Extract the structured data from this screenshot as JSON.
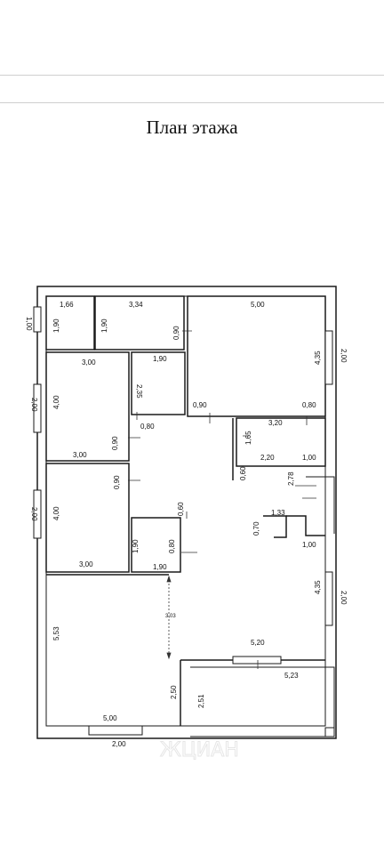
{
  "plan": {
    "title": "План этажа",
    "watermark": "ЖЦИАН",
    "dimensions": [
      "1,66",
      "3,34",
      "5,00",
      "1,90",
      "1,90",
      "0,90",
      "1,00",
      "3,00",
      "1,90",
      "4,35",
      "2,00",
      "2,35",
      "4,00",
      "0,90",
      "0,80",
      "2,00",
      "0,80",
      "3,20",
      "1,65",
      "0,90",
      "3,00",
      "2,20",
      "1,00",
      "0,60",
      "2,78",
      "0,90",
      "0,60",
      "4,00",
      "1,33",
      "0,70",
      "2,00",
      "1,90",
      "0,80",
      "1,00",
      "3,00",
      "1,90",
      "4,35",
      "2,00",
      "3,03",
      "5,53",
      "5,20",
      "5,23",
      "2,50",
      "2,51",
      "5,00",
      "2,00"
    ]
  },
  "colors": {
    "wall": "#1a1a1a",
    "line": "#333333"
  }
}
